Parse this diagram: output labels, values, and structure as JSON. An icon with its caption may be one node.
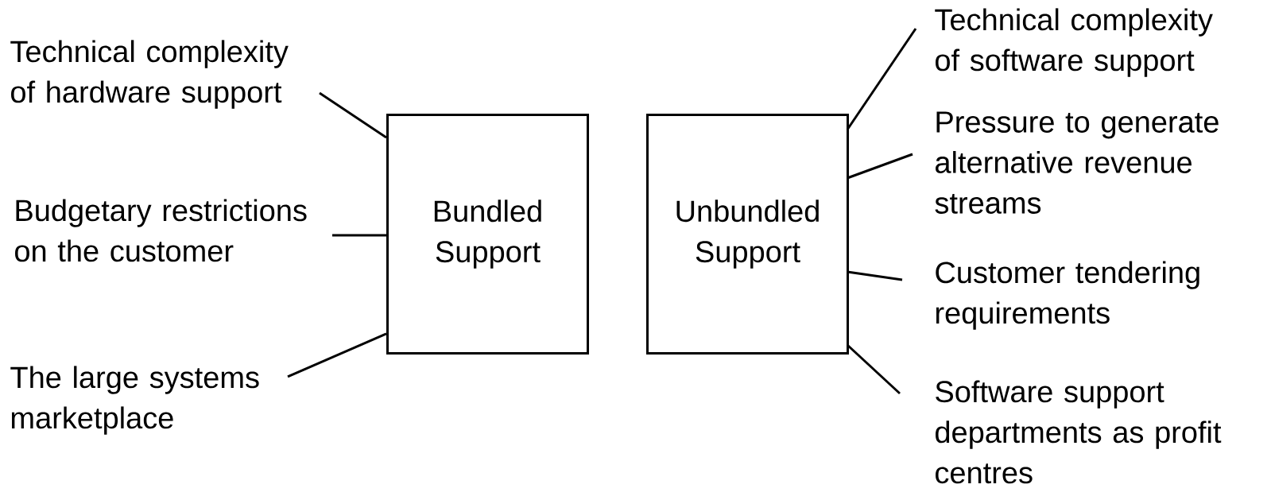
{
  "diagram": {
    "nodes": [
      {
        "text": [
          "Bundled Support"
        ]
      },
      {
        "text": [
          "Unbundled Support"
        ]
      },
      {
        "text": [
          "Technical complexity of hardware support"
        ]
      },
      {
        "text": [
          "Budgetary restrictions on the customer"
        ]
      },
      {
        "text": [
          "The large systems marketplace"
        ]
      },
      {
        "text": [
          "Technical complexity of software support"
        ]
      },
      {
        "text": [
          "Pressure to generate alternative revenue streams"
        ]
      },
      {
        "text": [
          "Customer tendering requirements"
        ]
      },
      {
        "text": [
          "Software support departments as profit centres"
        ]
      }
    ],
    "edges": [
      {
        "from": 2,
        "to": 0,
        "arrow": "none"
      },
      {
        "from": 3,
        "to": 0,
        "arrow": "none"
      },
      {
        "from": 4,
        "to": 0,
        "arrow": "none"
      },
      {
        "from": 5,
        "to": 1,
        "arrow": "none"
      },
      {
        "from": 6,
        "to": 1,
        "arrow": "none"
      },
      {
        "from": 7,
        "to": 1,
        "arrow": "none"
      },
      {
        "from": 8,
        "to": 1,
        "arrow": "none"
      }
    ]
  }
}
